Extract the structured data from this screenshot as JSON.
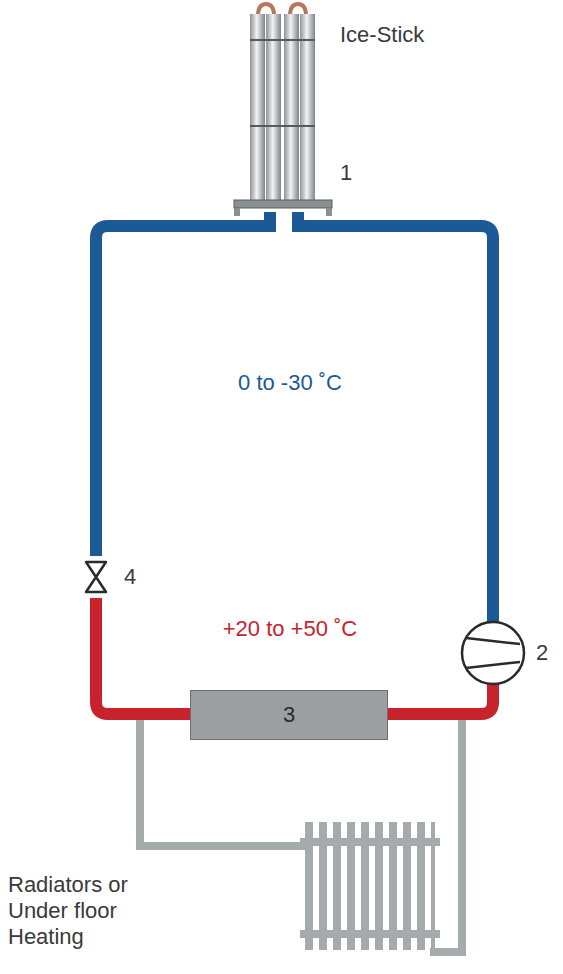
{
  "diagram": {
    "nodes": [
      {
        "text": [
          "3"
        ]
      }
    ],
    "labels": [
      "Ice-Stick",
      "1",
      "0 to -30 ˚C",
      "4",
      "2",
      "+20 to +50 ˚C",
      "Radiators or Under floor Heating"
    ]
  }
}
